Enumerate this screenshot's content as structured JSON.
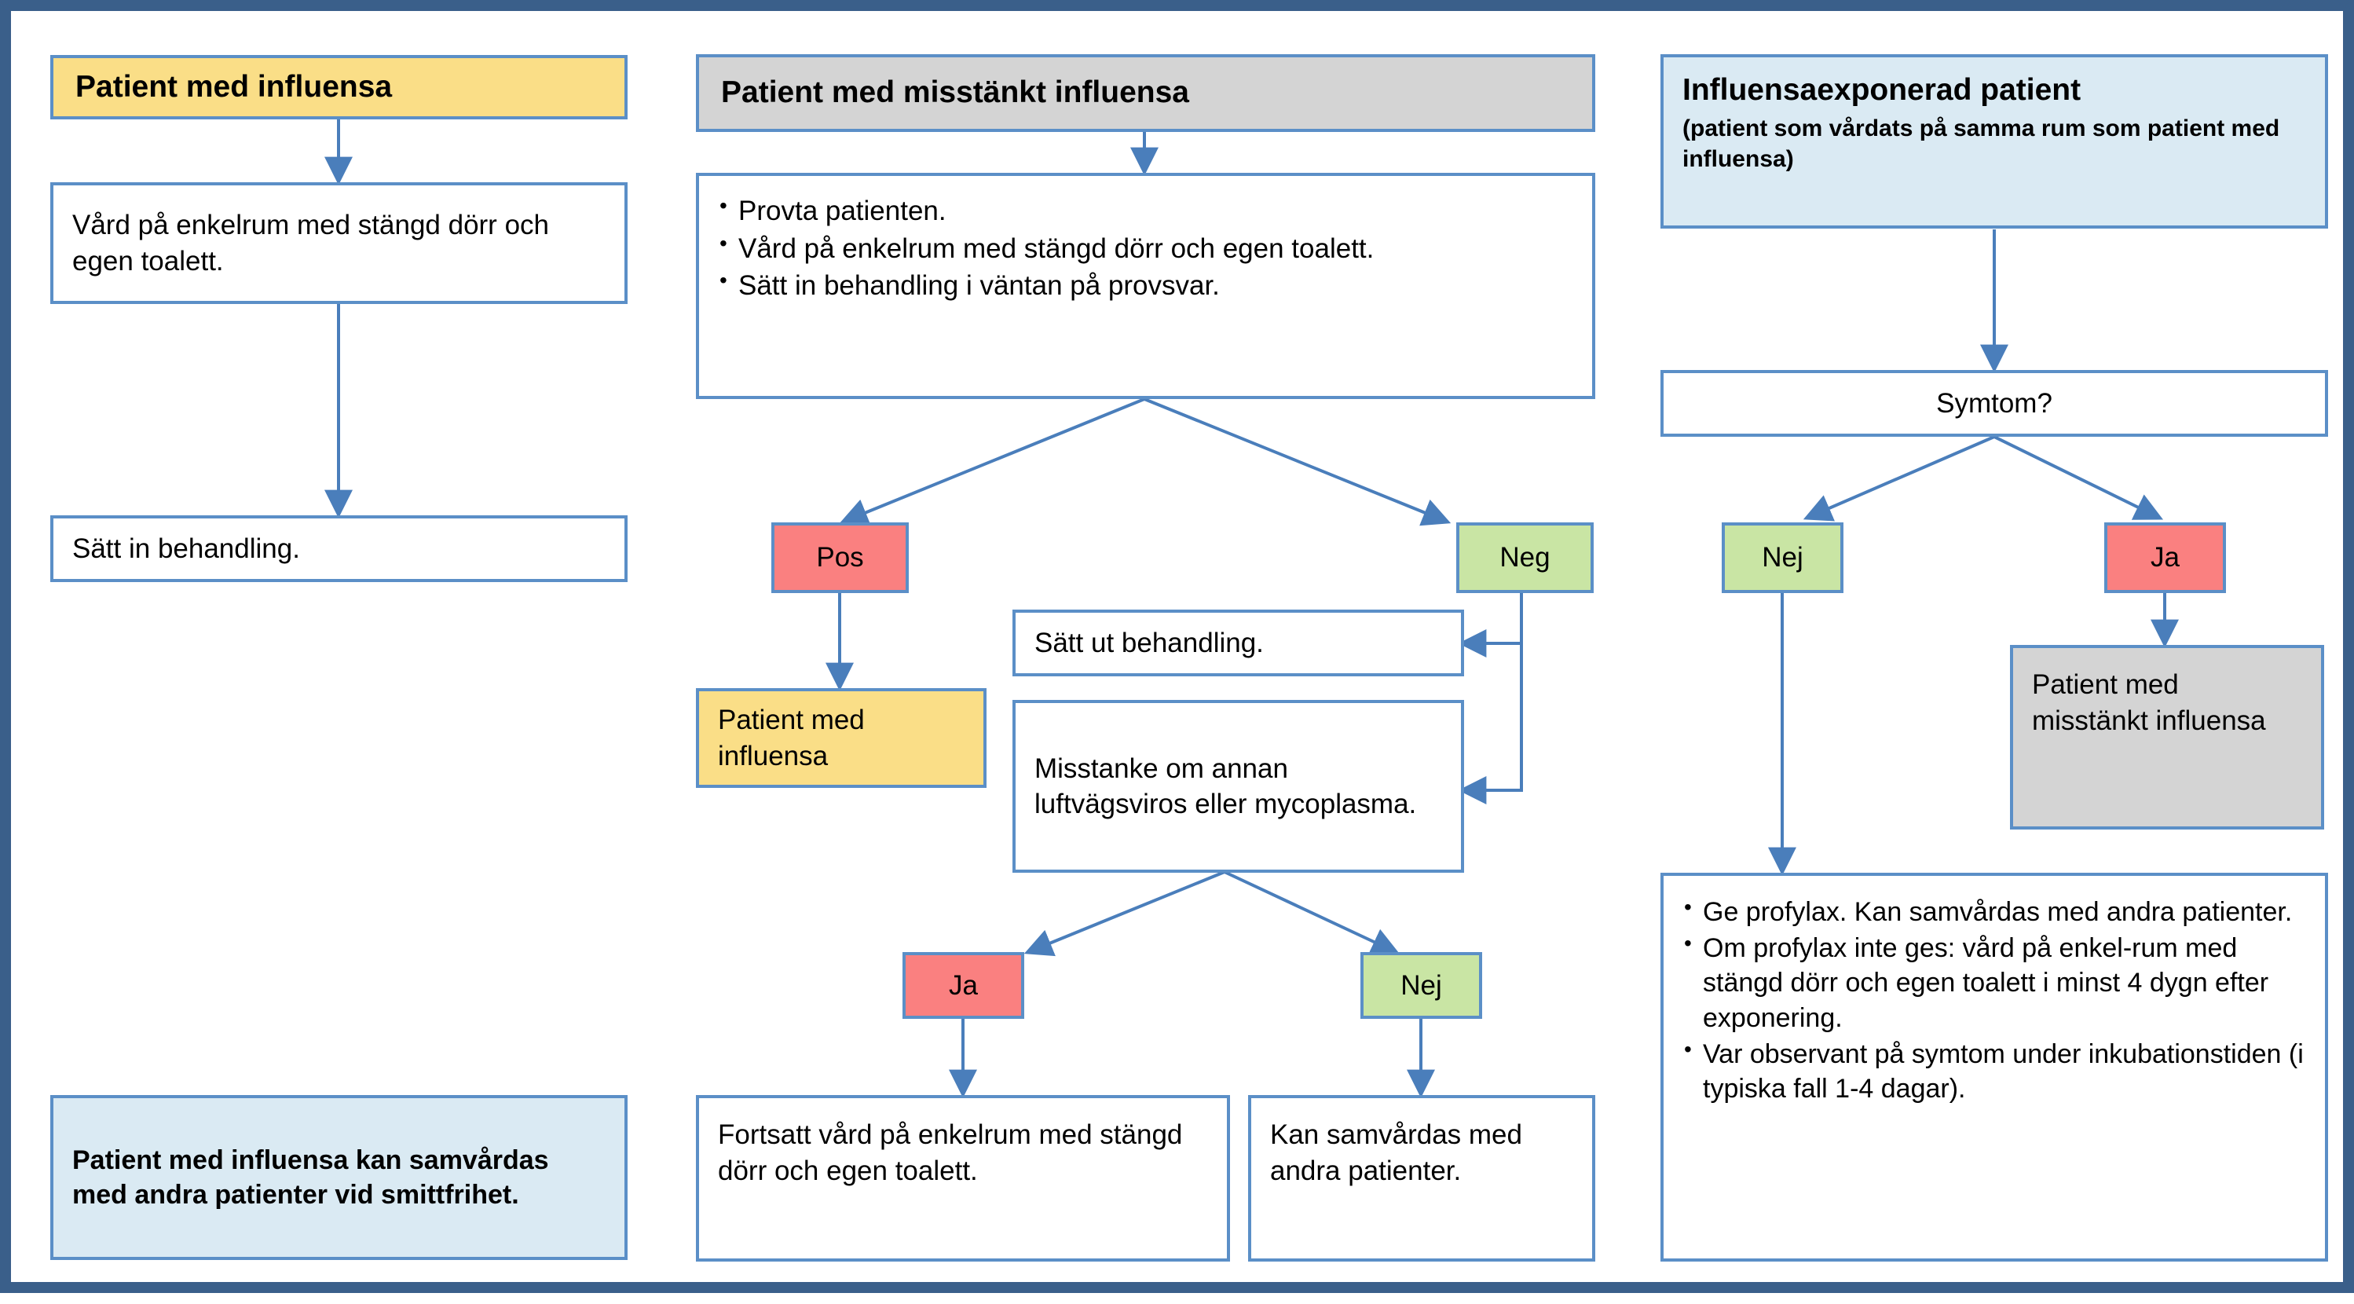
{
  "diagram": {
    "title_colors": {
      "frame": "#3a5f8a",
      "box_border": "#5b8fc7",
      "connector": "#4a7ebb",
      "yellow": "#fade87",
      "grey": "#d4d4d4",
      "light_blue": "#daeaf3",
      "red": "#fa8080",
      "green": "#c9e5a4"
    },
    "columns": {
      "left": {
        "header": "Patient med influensa",
        "step1": "Vård på enkelrum med stängd dörr och egen toalett.",
        "step2": "Sätt in behandling.",
        "footer": "Patient med influensa kan samvårdas med andra patienter vid smittfrihet."
      },
      "middle": {
        "header": "Patient med misstänkt influensa",
        "actions": [
          "Provta patienten.",
          "Vård på enkelrum med stängd dörr och egen toalett.",
          "Sätt in behandling i väntan på provsvar."
        ],
        "branch_pos": "Pos",
        "branch_neg": "Neg",
        "pos_result": "Patient med influensa",
        "neg_action": "Sätt ut behandling.",
        "neg_question": "Misstanke om annan luftvägsviros eller mycoplasma.",
        "branch_ja": "Ja",
        "branch_nej": "Nej",
        "ja_result": "Fortsatt vård på enkelrum med stängd dörr och egen toalett.",
        "nej_result": "Kan samvårdas med andra patienter."
      },
      "right": {
        "header_main": "Influensaexponerad patient",
        "header_sub": "(patient som vårdats på samma rum som patient med influensa)",
        "question": "Symtom?",
        "branch_nej": "Nej",
        "branch_ja": "Ja",
        "ja_result": "Patient med misstänkt influensa",
        "nej_actions": [
          "Ge profylax. Kan samvårdas med andra patienter.",
          "Om profylax inte ges: vård på enkel-rum med stängd dörr och egen toalett i minst 4 dygn efter exponering.",
          "Var observant på symtom under inkubationstiden (i typiska fall 1-4 dagar)."
        ]
      }
    }
  }
}
